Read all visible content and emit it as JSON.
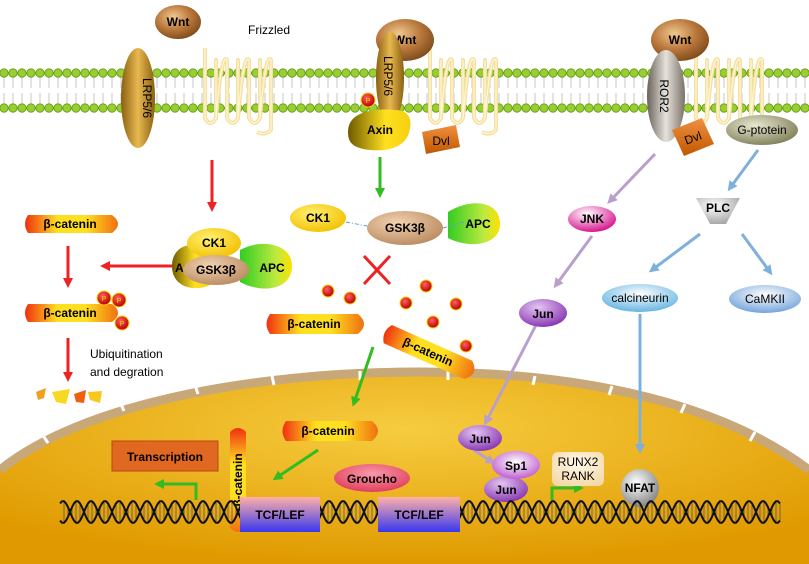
{
  "labels": {
    "frizzled": "Frizzled",
    "wnt": "Wnt",
    "lrp": "LRP5/6",
    "ror2": "ROR2",
    "axin": "Axin",
    "dvl": "Dvl",
    "ck1": "CK1",
    "gsk3b": "GSK3β",
    "apc": "APC",
    "beta_catenin": "β-catenin",
    "p": "P",
    "ubiquitination_1": "Ubiquitination",
    "ubiquitination_2": "and degration",
    "g_protein": "G-ptotein",
    "jnk": "JNK",
    "plc": "PLC",
    "jun": "Jun",
    "calcineurin": "calcineurin",
    "camkii": "CaMKII",
    "sp1": "Sp1",
    "runx2": "RUNX2",
    "rank": "RANK",
    "nfat": "NFAT",
    "groucho": "Groucho",
    "tcf_lef": "TCF/LEF",
    "transcription": "Transcription"
  },
  "colors": {
    "membrane_head": "#9ACD32",
    "wnt": "#B8763A",
    "lrp": "#C8962E",
    "arrow_red": "#EE2222",
    "arrow_green": "#33BB22",
    "arrow_purple": "#B9A0CC",
    "arrow_blue": "#7FB0DD",
    "nucleus": "#F0B820",
    "transcription_box": "#E06820"
  }
}
